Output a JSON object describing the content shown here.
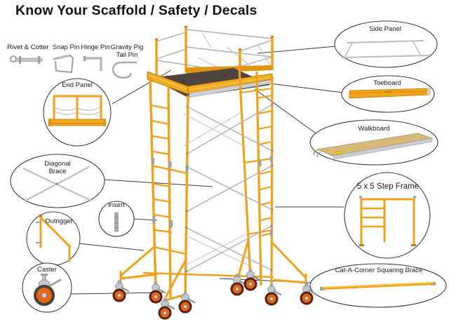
{
  "title": "Know Your Scaffold / Safety / Decals",
  "pins": {
    "items": [
      {
        "label": "Rivet & Cotter"
      },
      {
        "label": "Snap Pin"
      },
      {
        "label": "Hinge Pin"
      },
      {
        "label": "Gravity Pig Tail Pin"
      }
    ]
  },
  "callouts": {
    "end_panel": "End Panel",
    "diagonal_brace": "Diagonal Brace",
    "insert": "Insert",
    "outrigger": "Outrigger",
    "caster": "Caster",
    "side_panel": "Side Panel",
    "toeboard": "Toeboard",
    "walkboard": "Walkboard",
    "step_frame": "5 x 5 Step Frame",
    "cat_a_corner": "Cat-A-Corner Squaring Brace"
  },
  "colors": {
    "scaffold_yellow": "#F0A01B",
    "rail_gray": "#A9AFB5",
    "caster_orange": "#DF6517",
    "platform_underside": "#4E453C",
    "walkboard_wood": "#D9B977",
    "callout_stroke": "#3A3A3A"
  }
}
